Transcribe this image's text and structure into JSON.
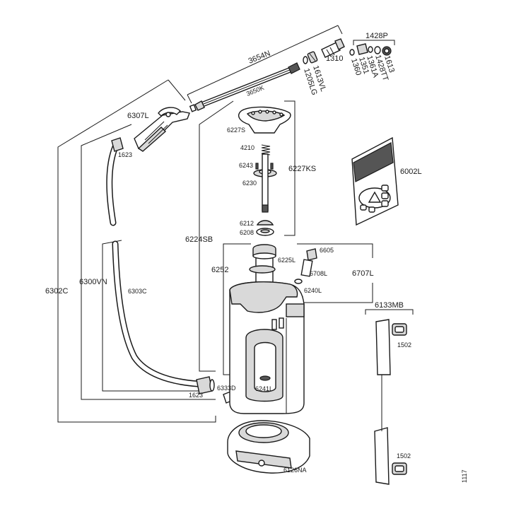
{
  "labels": {
    "l1428P": "1428P",
    "l3654N": "3654N",
    "l1310": "1310",
    "l1360": "1360",
    "l1351": "1351",
    "l1361A": "1361A",
    "l1428TT": "1428TT",
    "l1613": "1613",
    "l1613VL": "1613VL",
    "l1205LG": "1205LG",
    "l3650K": "3650K",
    "l6307L": "6307L",
    "l1623a": "1623",
    "l6227S": "6227S",
    "l4210": "4210",
    "l6243": "6243",
    "l6227KS": "6227KS",
    "l6230": "6230",
    "l6002L": "6002L",
    "l6212": "6212",
    "l6208": "6208",
    "l6224SB": "6224SB",
    "l6302C": "6302C",
    "l6300VN": "6300VN",
    "l6303C": "6303C",
    "l6252": "6252",
    "l6225L": "6225L",
    "l6605": "6605",
    "l6708L": "6708L",
    "l6707L": "6707L",
    "l6240L": "6240L",
    "l6133MB": "6133MB",
    "l1502a": "1502",
    "l6333D": "6333D",
    "l1623b": "1623",
    "l6241L": "6241L",
    "l1502b": "1502",
    "l6126NA": "6126NA",
    "l1117": "1117"
  }
}
